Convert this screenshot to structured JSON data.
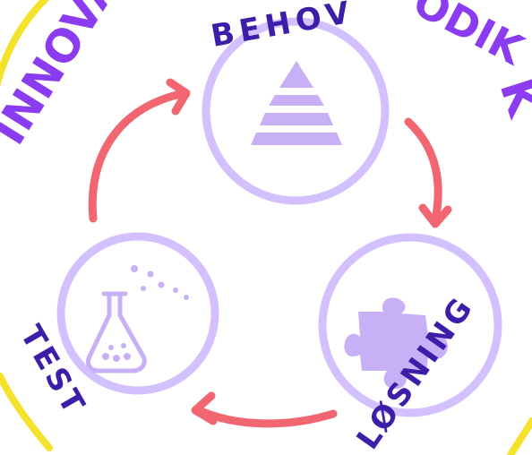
{
  "title": "INNOVA",
  "title_right": "ODIK",
  "stages": {
    "behov": "BEHOV",
    "losning": "LØSNING",
    "test": "TEST"
  },
  "colors": {
    "ring": "#f5e22a",
    "circle": "#d3c0ff",
    "icon": "#c8b0f7",
    "arrow": "#f26672",
    "label": "#3d1ea8",
    "title": "#8b3cf0"
  },
  "icons": {
    "behov": "pyramid-icon",
    "losning": "puzzle-piece-icon",
    "test": "flask-icon"
  }
}
